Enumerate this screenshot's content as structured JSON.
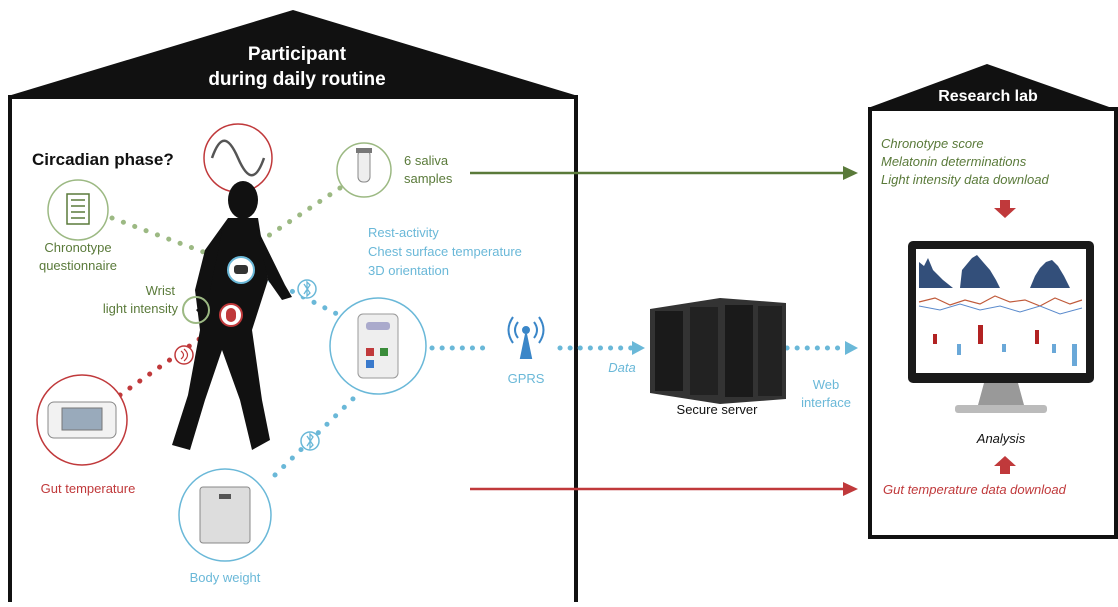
{
  "participant_house": {
    "title_line1": "Participant",
    "title_line2": "during daily routine",
    "question": "Circadian phase?"
  },
  "lab_house": {
    "title": "Research lab",
    "items": [
      "Chronotype score",
      "Melatonin determinations",
      "Light intensity data download"
    ],
    "analysis_label": "Analysis",
    "gut_download": "Gut temperature data download"
  },
  "sensors": {
    "chronotype": [
      "Chronotype",
      "questionnaire"
    ],
    "saliva": [
      "6 saliva",
      "samples"
    ],
    "wrist": [
      "Wrist",
      "light intensity"
    ],
    "chest": [
      "Rest-activity",
      "Chest surface temperature",
      "3D orientation"
    ],
    "gut": "Gut temperature",
    "weight": "Body weight"
  },
  "network": {
    "gprs": "GPRS",
    "data": "Data",
    "server": "Secure server",
    "web": [
      "Web",
      "interface"
    ]
  },
  "colors": {
    "green": "#5a7a3a",
    "light_green": "#9cb983",
    "blue": "#6ab8d8",
    "red": "#c0393b",
    "dark": "#111111"
  },
  "icons": [
    "sine-wave-icon",
    "saliva-tube-icon",
    "questionnaire-icon",
    "bluetooth-icon",
    "wireless-icon",
    "gprs-antenna-icon",
    "server-icon",
    "monitor-icon",
    "person-silhouette-icon",
    "scale-icon",
    "receiver-icon",
    "chest-sensor-icon"
  ]
}
